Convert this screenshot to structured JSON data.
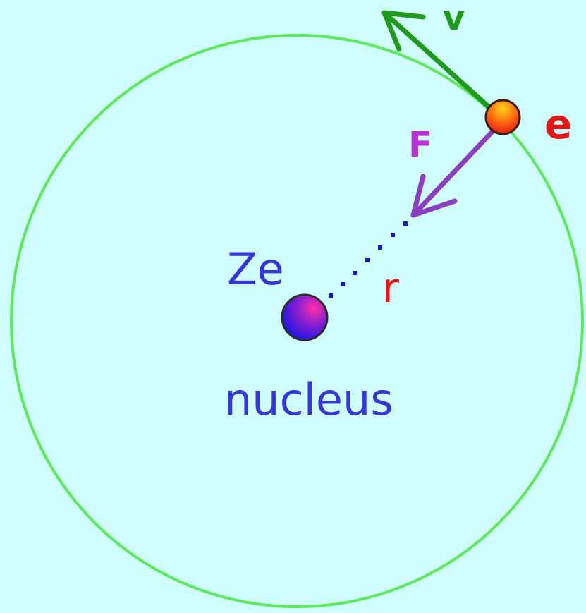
{
  "colors": {
    "background": "#cffcfc",
    "orbit": "#5ee85e",
    "velocity": "#1f9a1f",
    "force": "#8a3fc0",
    "radius_dots": "#1616d8",
    "nucleus_label": "#3535d8",
    "electron_label": "#e51616",
    "radius_label": "#e51616",
    "force_label": "#b832d8",
    "velocity_label": "#1f9a1f"
  },
  "labels": {
    "velocity": "v",
    "force": "F",
    "electron": "e",
    "nucleus_charge": "Ze",
    "radius": "r",
    "nucleus": "nucleus"
  }
}
